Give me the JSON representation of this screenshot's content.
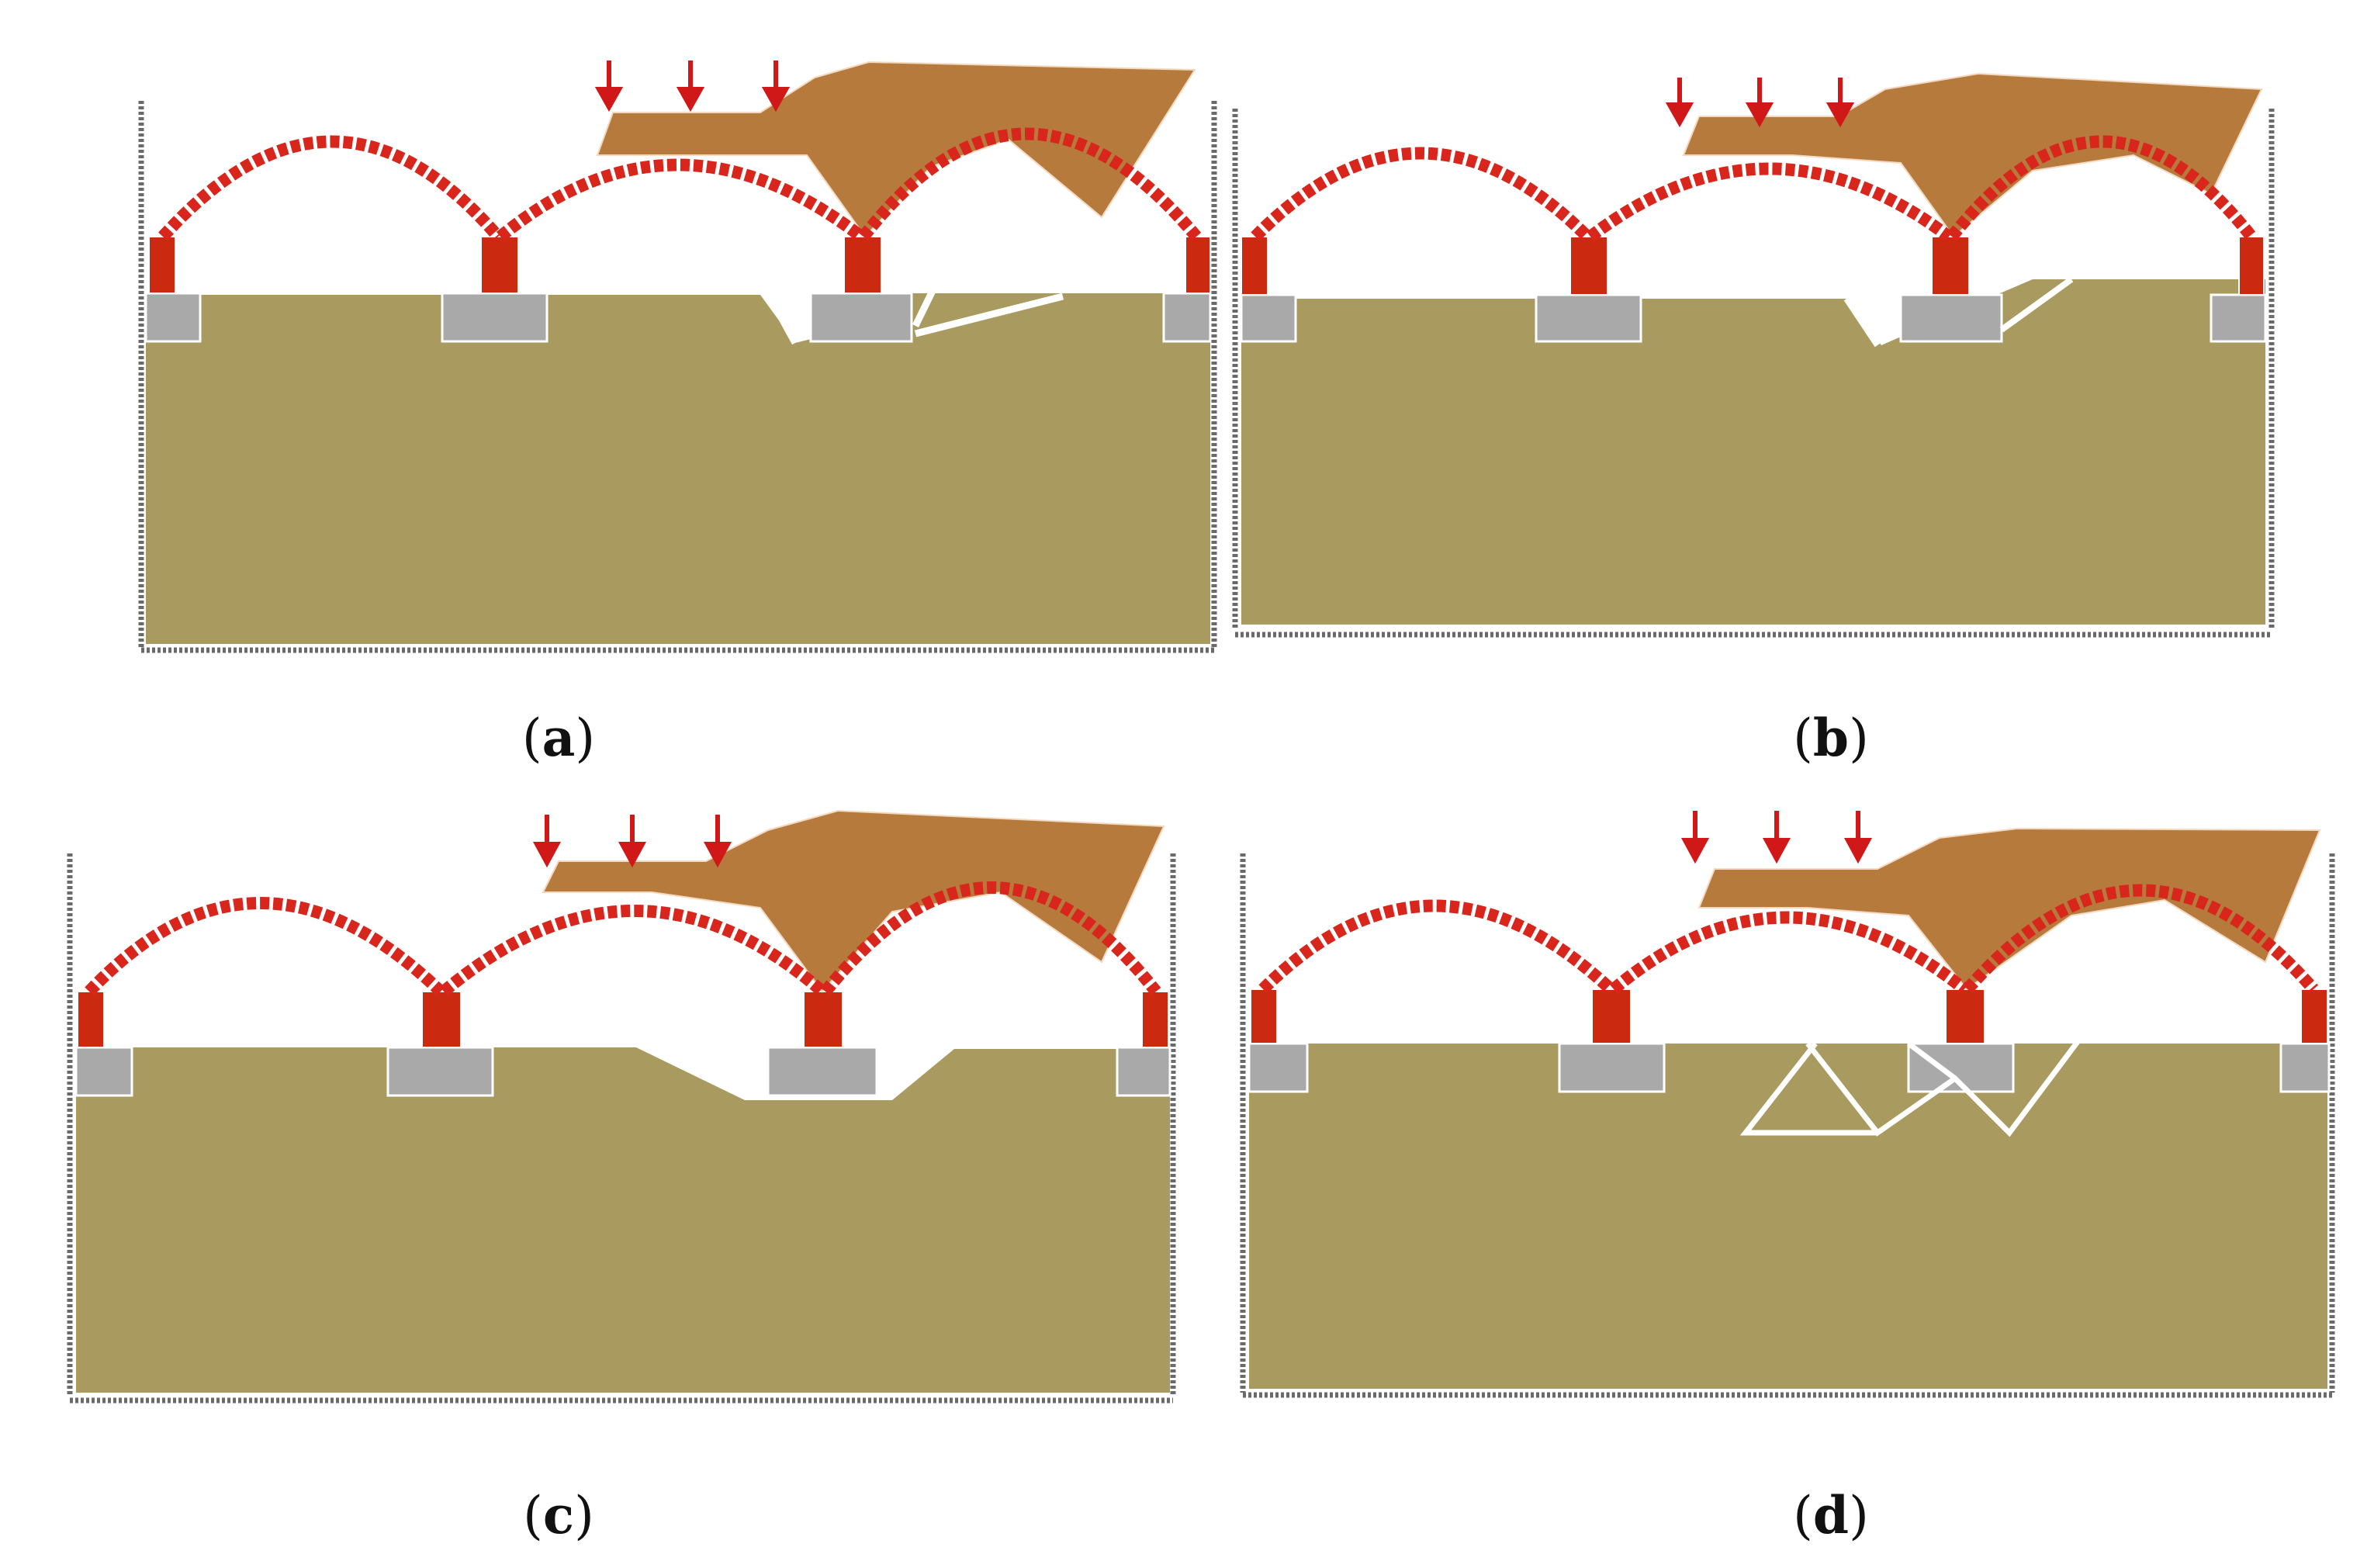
{
  "panels": [
    {
      "id": "a",
      "label_open": "(",
      "label_letter": "a",
      "label_close": ")"
    },
    {
      "id": "b",
      "label_open": "(",
      "label_letter": "b",
      "label_close": ")"
    },
    {
      "id": "c",
      "label_open": "(",
      "label_letter": "c",
      "label_close": ")"
    },
    {
      "id": "d",
      "label_open": "(",
      "label_letter": "d",
      "label_close": ")"
    }
  ],
  "colors": {
    "soil": "#a99b60",
    "fill_brown": "#b67a3c",
    "pier_red": "#cc2a10",
    "arch_red": "#d8261c",
    "foundation_grey": "#a9a9a9",
    "crack_white": "#ffffff",
    "boundary_grey": "#6a6a6a",
    "load_arrow": "#d01818"
  }
}
